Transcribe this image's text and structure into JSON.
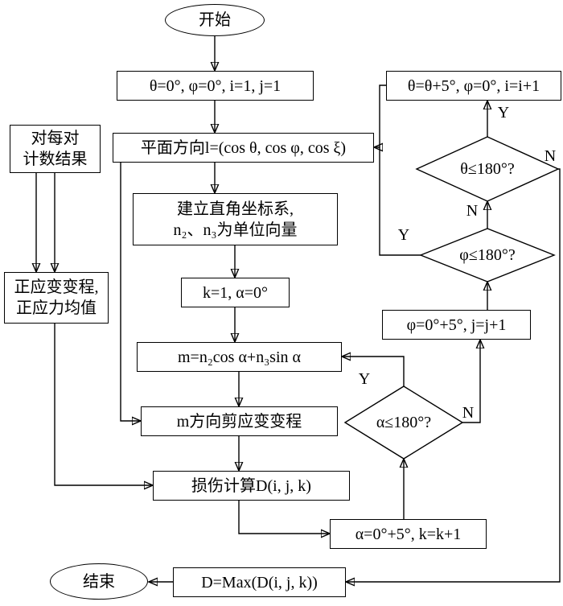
{
  "flowchart": {
    "branch_labels": {
      "yes": "Y",
      "no": "N"
    },
    "nodes": {
      "start": {
        "label": "开始"
      },
      "init": {
        "label": "θ=0°, φ=0°, i=1, j=1"
      },
      "plane": {
        "label": "平面方向l=(cos θ, cos φ, cos ξ)"
      },
      "counting": {
        "line1": "对每对",
        "line2": "计数结果"
      },
      "coord": {
        "line1": "建立直角坐标系,",
        "line2": "n₂、n₃为单位向量"
      },
      "k_init": {
        "label": "k=1, α=0°"
      },
      "strain": {
        "line1": "正应变变程,",
        "line2": "正应力均值"
      },
      "m_vector": {
        "label": "m=n₂cos α+n₃sin α"
      },
      "shear": {
        "label": "m方向剪应变变程"
      },
      "damage": {
        "label": "损伤计算D(i, j, k)"
      },
      "alpha_update": {
        "label": "α=0°+5°, k=k+1"
      },
      "phi_update": {
        "label": "φ=0°+5°, j=j+1"
      },
      "theta_update": {
        "label": "θ=θ+5°, φ=0°, i=i+1"
      },
      "dmax": {
        "label": "D=Max(D(i, j, k))"
      },
      "end": {
        "label": "结束"
      }
    },
    "decisions": {
      "theta": {
        "label": "θ≤180°?"
      },
      "phi": {
        "label": "φ≤180°?"
      },
      "alpha": {
        "label": "α≤180°?"
      }
    },
    "colors": {
      "stroke": "#000000",
      "node_fill": "#ffffff",
      "background": "#ffffff"
    }
  }
}
